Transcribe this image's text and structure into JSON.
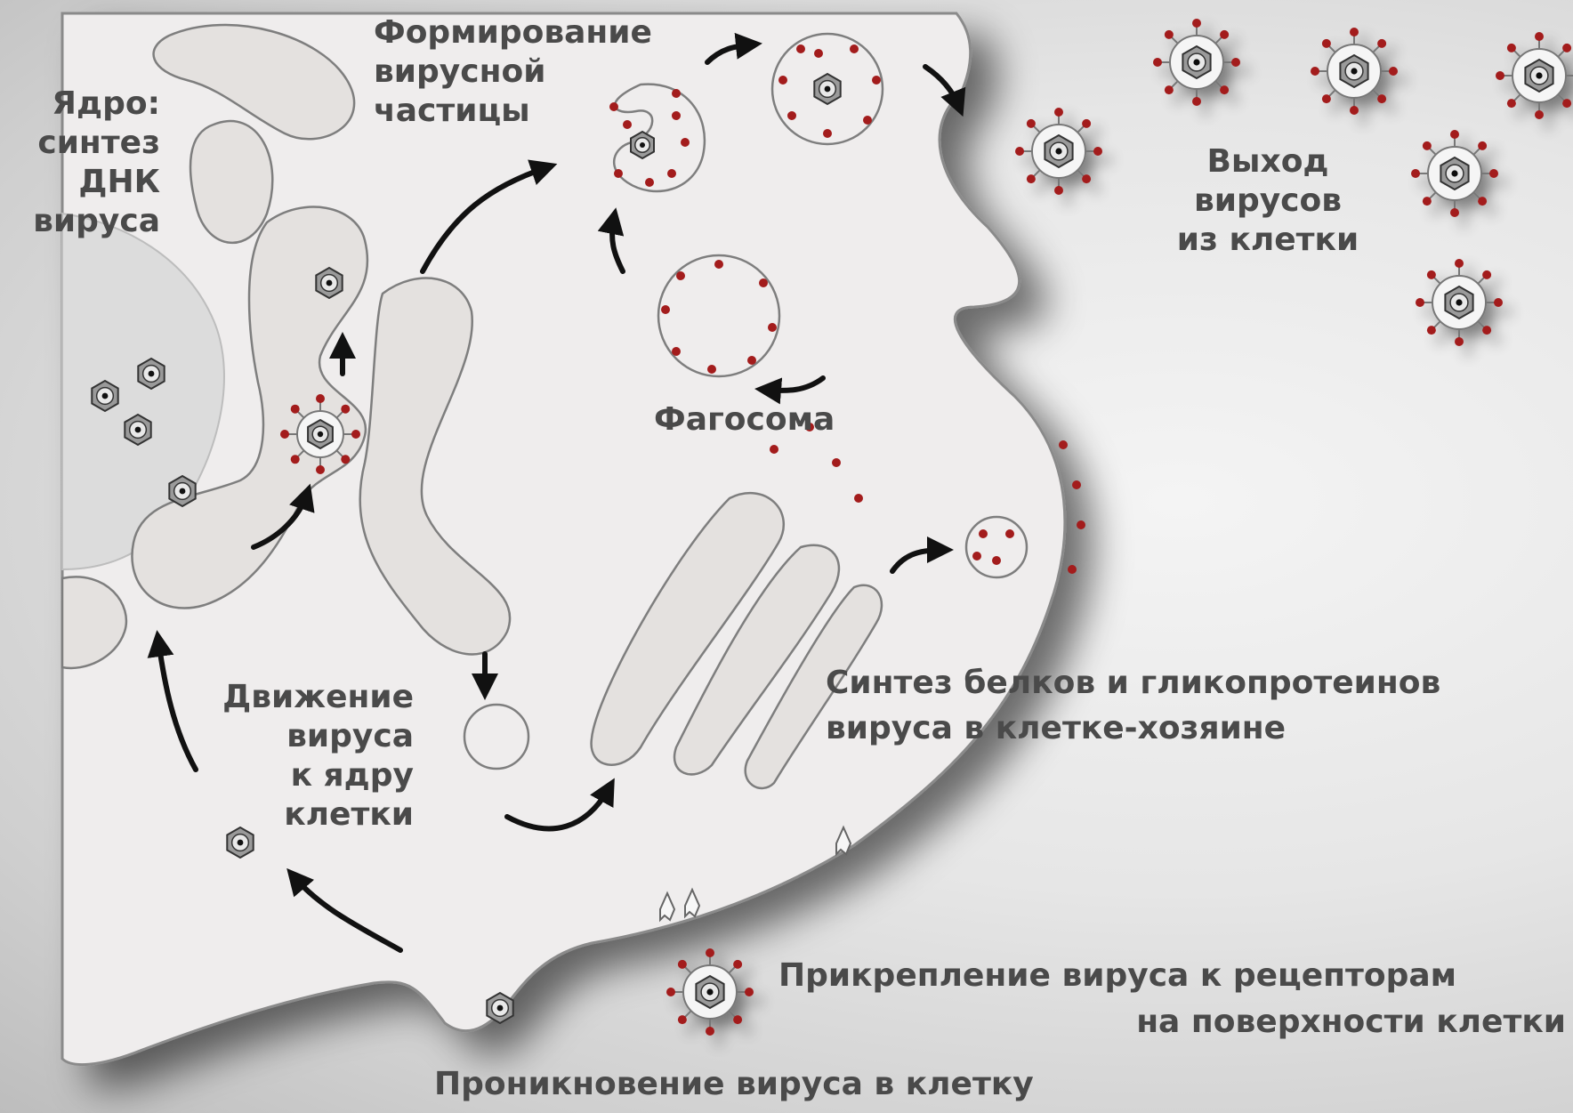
{
  "labels": {
    "nucleus": "Ядро:\nсинтез\nДНК\nвируса",
    "assembly": "Формирование\nвирусной\nчастицы",
    "exit": "Выход\nвирусов\nиз клетки",
    "phagosome": "Фагосома",
    "movement": "Движение\nвируса\nк ядру\nклетки",
    "protein_synthesis_line1": "Синтез белков и гликопротеинов",
    "protein_synthesis_line2": "вируса в клетке-хозяине",
    "attachment_line1": "Прикрепление вируса к рецепторам",
    "attachment_line2": "на поверхности клетки",
    "penetration": "Проникновение вируса в клетку"
  },
  "colors": {
    "cell_fill": "#efeded",
    "cell_stroke": "#8a8a8a",
    "organelle_fill": "#e4e1df",
    "virus_spike": "#a31c1c",
    "arrow": "#111111",
    "label_text": "#4a4a4a"
  }
}
